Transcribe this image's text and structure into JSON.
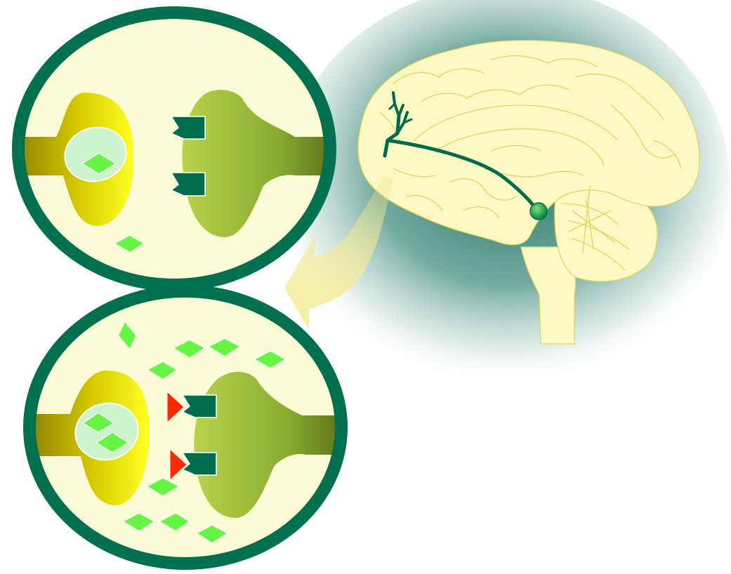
{
  "colors": {
    "background": "#ffffff",
    "circle_border": "#00704e",
    "circle_fill": "#fbfbd6",
    "presynaptic": "#e2e200",
    "postsynaptic": "#8ab033",
    "vesicle": "#ccf5cc",
    "molecule": "#66f544",
    "receptor": "#006c4c",
    "blocker": "#ff2a00",
    "brain": "#fdf9c4",
    "brain_outline": "#e2d45c",
    "glow": "#2e8070",
    "neuron_path": "#006c4c",
    "arrow": "#f4ee9c"
  },
  "icons": {
    "top_panel": "synapse-normal",
    "bottom_panel": "synapse-with-blocked-receptors",
    "brain": "brain-sagittal-section",
    "pathway": "neuron-projection",
    "molecule": "neurotransmitter-diamond",
    "receptor": "receptor-notch",
    "blocker": "red-triangle-antagonist",
    "arrow": "curved-zoom-arrow"
  },
  "state": {
    "top_released_molecules": 1,
    "bottom_released_molecules": 9,
    "top_vesicle_molecules": 1,
    "bottom_vesicle_molecules": 2,
    "receptors_per_panel": 2,
    "blocked_receptors_bottom": 2
  }
}
